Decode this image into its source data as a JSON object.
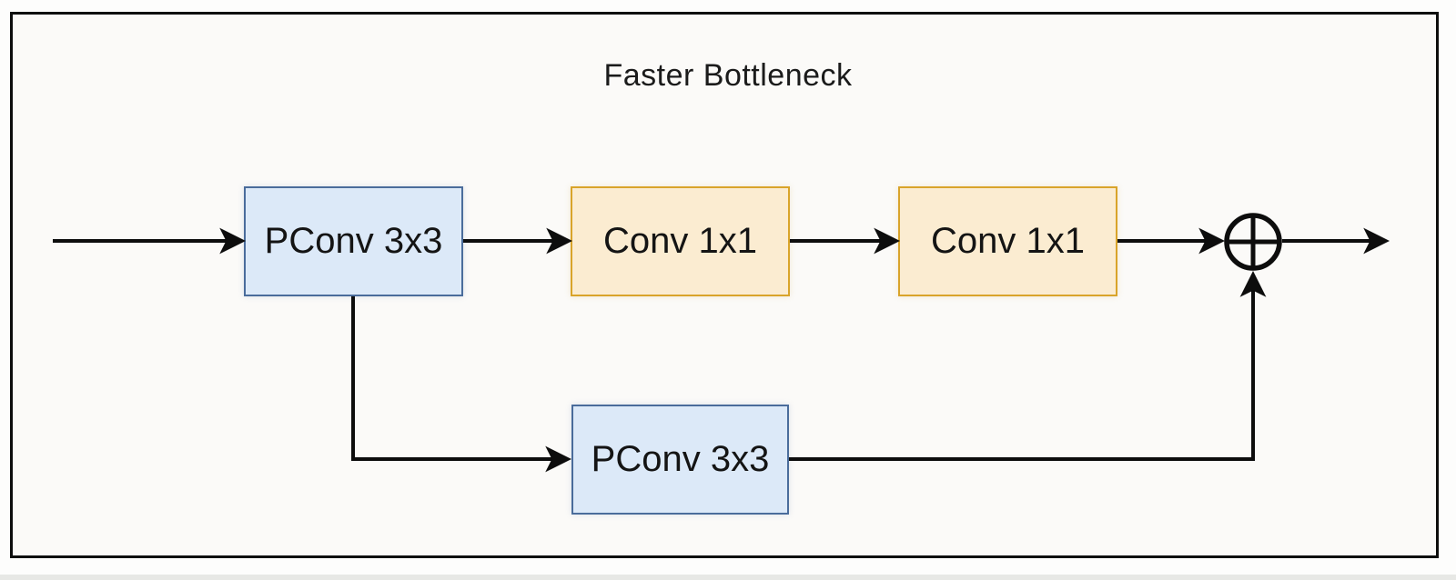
{
  "diagram": {
    "title": "Faster Bottleneck",
    "nodes": [
      {
        "id": "pconv_top",
        "label": "PConv 3x3",
        "type": "pconv",
        "role": "partial-convolution"
      },
      {
        "id": "conv_1",
        "label": "Conv 1x1",
        "type": "conv",
        "role": "pointwise-convolution"
      },
      {
        "id": "conv_2",
        "label": "Conv 1x1",
        "type": "conv",
        "role": "pointwise-convolution"
      },
      {
        "id": "pconv_bottom",
        "label": "PConv 3x3",
        "type": "pconv",
        "role": "partial-convolution"
      },
      {
        "id": "add",
        "label": "circled-plus",
        "type": "operator",
        "role": "elementwise-addition"
      }
    ],
    "edges": [
      {
        "from": "input",
        "to": "pconv_top"
      },
      {
        "from": "pconv_top",
        "to": "conv_1"
      },
      {
        "from": "conv_1",
        "to": "conv_2"
      },
      {
        "from": "conv_2",
        "to": "add"
      },
      {
        "from": "pconv_top",
        "to": "pconv_bottom",
        "kind": "shortcut-branch"
      },
      {
        "from": "pconv_bottom",
        "to": "add",
        "kind": "shortcut-branch"
      },
      {
        "from": "add",
        "to": "output"
      }
    ],
    "colors": {
      "pconv_fill": "#dce9f8",
      "pconv_border": "#4a6c9b",
      "conv_fill": "#fbecd1",
      "conv_border": "#d9a42a",
      "line": "#0d0d0d",
      "frame": "#0d0d0d",
      "canvas": "#fbfaf8",
      "strip": "#e7e8e5"
    }
  }
}
